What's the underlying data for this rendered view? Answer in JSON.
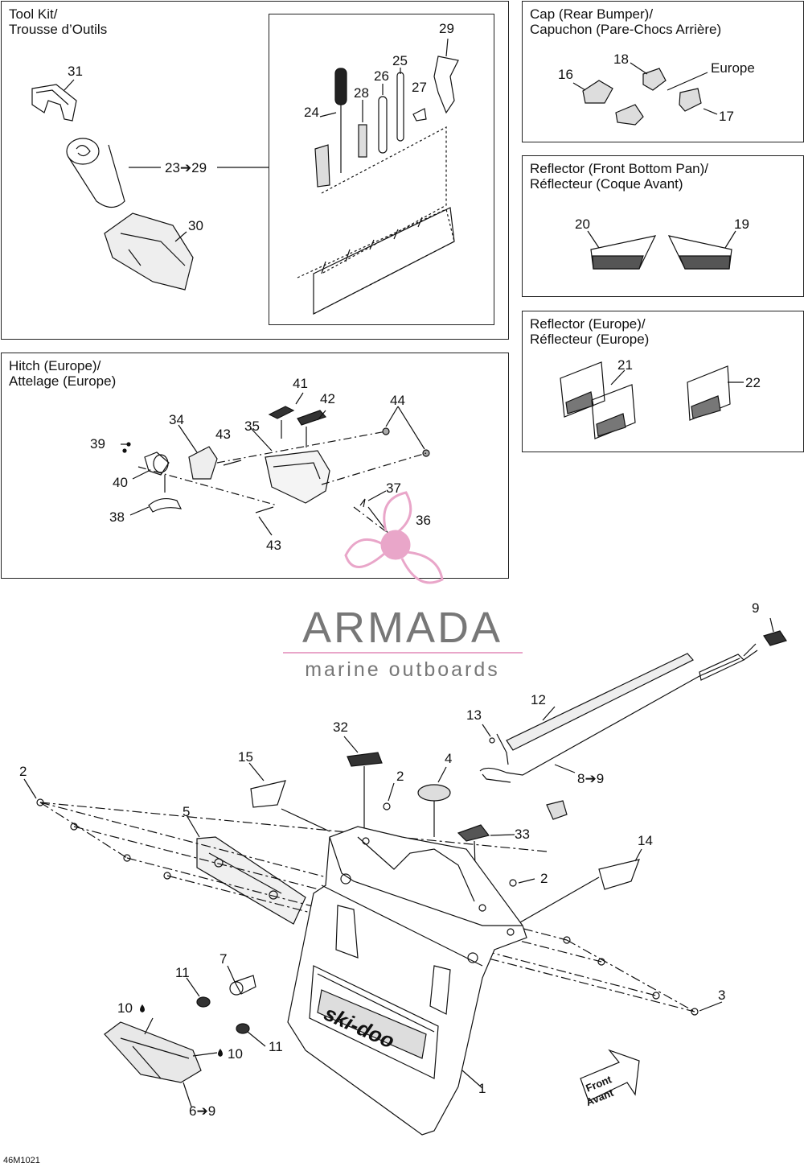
{
  "panels": {
    "tool_kit": {
      "title": "Tool Kit/\nTrousse d’Outils"
    },
    "cap": {
      "title": "Cap (Rear Bumper)/\nCapuchon (Pare-Chocs Arrière)"
    },
    "reflector_front": {
      "title": "Reflector (Front Bottom Pan)/\nRéflecteur (Coque Avant)"
    },
    "reflector_europe": {
      "title": "Reflector (Europe)/\nRéflecteur (Europe)"
    },
    "hitch": {
      "title": "Hitch (Europe)/\nAttelage (Europe)"
    }
  },
  "callouts": {
    "c31": "31",
    "c23_29": "23➔29",
    "c30": "30",
    "c24": "24",
    "c28": "28",
    "c26": "26",
    "c25": "25",
    "c27": "27",
    "c29": "29",
    "c18": "18",
    "c16": "16",
    "c17": "17",
    "c_europe": "Europe",
    "c20": "20",
    "c19": "19",
    "c21": "21",
    "c22": "22",
    "c41": "41",
    "c42": "42",
    "c44": "44",
    "c34": "34",
    "c43a": "43",
    "c35": "35",
    "c39": "39",
    "c40": "40",
    "c38": "38",
    "c37": "37",
    "c36": "36",
    "c43b": "43",
    "c9": "9",
    "c12": "12",
    "c13": "13",
    "c32": "32",
    "c4": "4",
    "c15": "15",
    "c2a": "2",
    "c2b": "2",
    "c8_9": "8➔9",
    "c5": "5",
    "c33": "33",
    "c14": "14",
    "c2c": "2",
    "c7": "7",
    "c11a": "11",
    "c10a": "10",
    "c3": "3",
    "c11b": "11",
    "c10b": "10",
    "c1": "1",
    "c6_9": "6➔9"
  },
  "watermark": {
    "brand": "ARMADA",
    "tagline": "marine outboards"
  },
  "logo": {
    "skidoo": "ski-doo",
    "front": "Front",
    "avant": "Avant"
  },
  "drawing_code": "46M1021",
  "colors": {
    "watermark_pink": "#e9a6c9",
    "watermark_gray": "#777777",
    "line": "#111111"
  }
}
